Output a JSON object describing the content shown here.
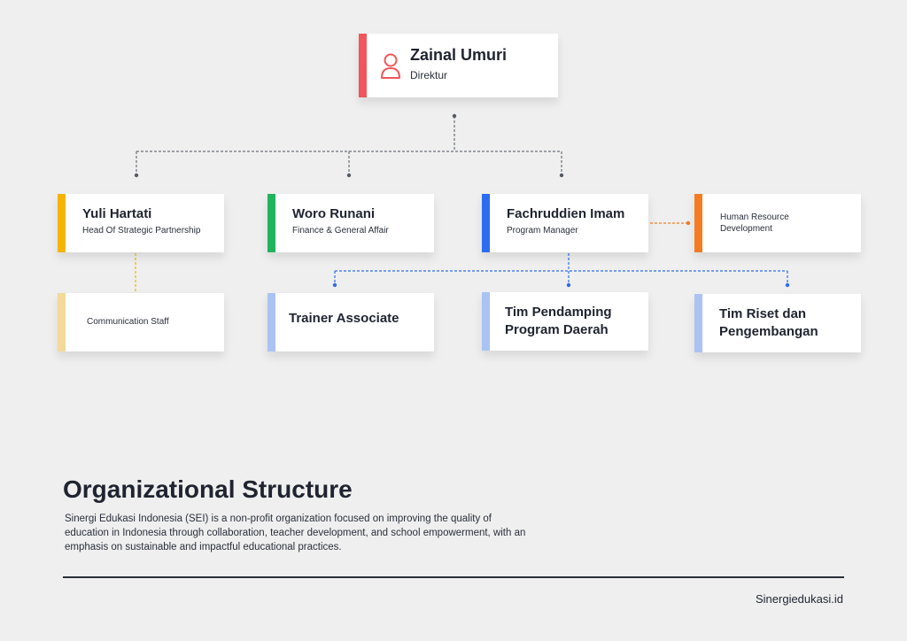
{
  "director": {
    "name": "Zainal Umuri",
    "role": "Direktur",
    "accent": "#f0565a",
    "icon": "user-icon"
  },
  "level2": [
    {
      "name": "Yuli Hartati",
      "role": "Head Of Strategic Partnership",
      "accent": "#f4b400"
    },
    {
      "name": "Woro Runani",
      "role": "Finance & General Affair",
      "accent": "#21b45e"
    },
    {
      "name": "Fachruddien Imam",
      "role": "Program Manager",
      "accent": "#2d6cf0"
    }
  ],
  "side_unit": {
    "role": "Human Resource Development",
    "accent": "#f57c22"
  },
  "level3": [
    {
      "role": "Communication Staff",
      "accent": "#f3d99a"
    },
    {
      "name": "Trainer Associate",
      "accent": "#aac3f3"
    },
    {
      "name": "Tim Pendamping Program Daerah",
      "accent": "#aac3f3"
    },
    {
      "name": "Tim Riset dan Pengembangan",
      "accent": "#aac3f3"
    }
  ],
  "footer": {
    "title": "Organizational Structure",
    "description": "Sinergi Edukasi Indonesia (SEI) is a non-profit organization focused on improving the quality of education in Indonesia through collaboration, teacher development, and school empowerment, with an emphasis on sustainable and impactful educational practices.",
    "website": "Sinergiedukasi.id"
  }
}
